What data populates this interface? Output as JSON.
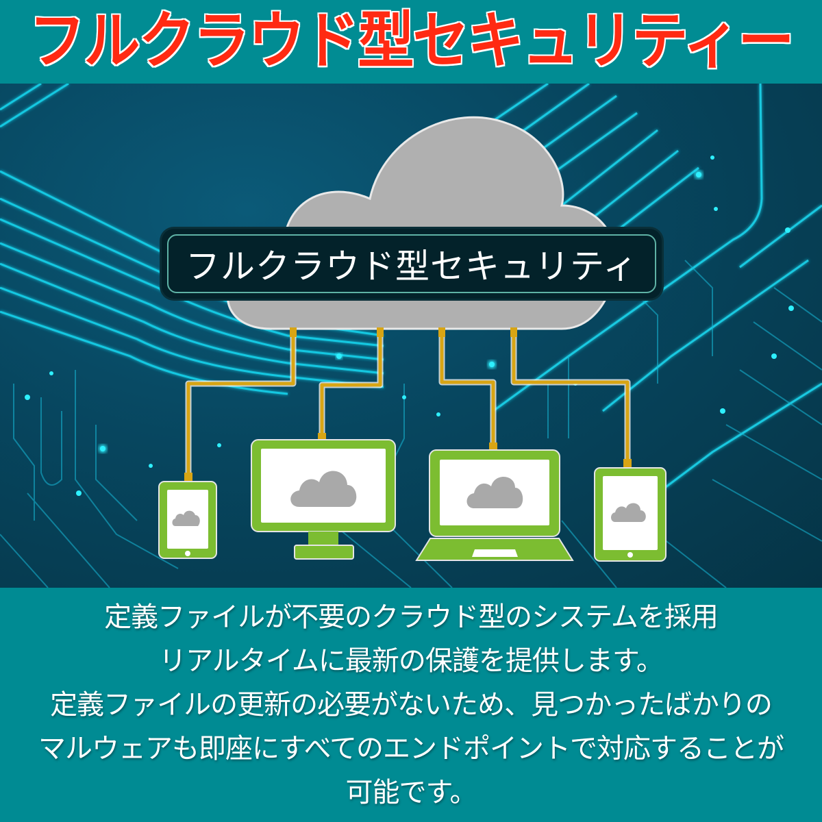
{
  "header": {
    "title": "フルクラウド型セキュリティー",
    "title_color": "#ff2a12",
    "background": "#018c93"
  },
  "hero": {
    "label": "フルクラウド型セキュリティ",
    "cloud_color": "#b0b0b0",
    "connector_color": "#d8a514",
    "device_color": "#7cbd31",
    "devices": [
      {
        "type": "smartphone",
        "icon": "cloud-icon"
      },
      {
        "type": "desktop-monitor",
        "icon": "cloud-icon"
      },
      {
        "type": "laptop",
        "icon": "cloud-icon"
      },
      {
        "type": "tablet",
        "icon": "cloud-icon"
      }
    ]
  },
  "description": {
    "lines": [
      "定義ファイルが不要のクラウド型のシステムを採用",
      "リアルタイムに最新の保護を提供します。",
      "定義ファイルの更新の必要がないため、見つかったばかりの",
      "マルウェアも即座にすべてのエンドポイントで対応することが",
      "可能です。"
    ]
  }
}
